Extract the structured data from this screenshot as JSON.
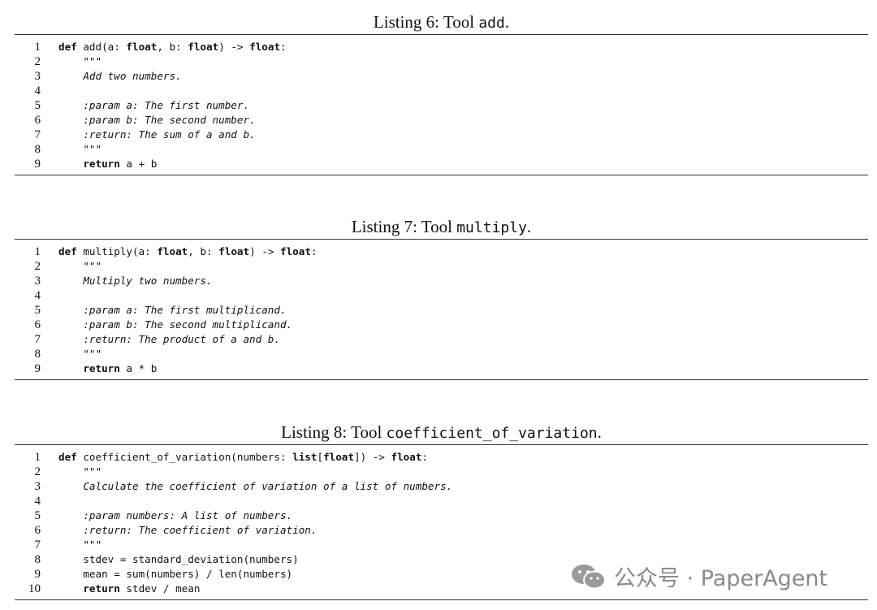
{
  "listings": [
    {
      "caption_prefix": "Listing 6: Tool ",
      "caption_code": "add",
      "caption_suffix": ".",
      "lines": [
        {
          "n": "1",
          "text": "def add(a: float, b: float) -> float:"
        },
        {
          "n": "2",
          "text": "    \"\"\""
        },
        {
          "n": "3",
          "text": "    Add two numbers."
        },
        {
          "n": "4",
          "text": ""
        },
        {
          "n": "5",
          "text": "    :param a: The first number."
        },
        {
          "n": "6",
          "text": "    :param b: The second number."
        },
        {
          "n": "7",
          "text": "    :return: The sum of a and b."
        },
        {
          "n": "8",
          "text": "    \"\"\""
        },
        {
          "n": "9",
          "text": "    return a + b"
        }
      ]
    },
    {
      "caption_prefix": "Listing 7: Tool ",
      "caption_code": "multiply",
      "caption_suffix": ".",
      "lines": [
        {
          "n": "1",
          "text": "def multiply(a: float, b: float) -> float:"
        },
        {
          "n": "2",
          "text": "    \"\"\""
        },
        {
          "n": "3",
          "text": "    Multiply two numbers."
        },
        {
          "n": "4",
          "text": ""
        },
        {
          "n": "5",
          "text": "    :param a: The first multiplicand."
        },
        {
          "n": "6",
          "text": "    :param b: The second multiplicand."
        },
        {
          "n": "7",
          "text": "    :return: The product of a and b."
        },
        {
          "n": "8",
          "text": "    \"\"\""
        },
        {
          "n": "9",
          "text": "    return a * b"
        }
      ]
    },
    {
      "caption_prefix": "Listing 8: Tool ",
      "caption_code": "coefficient_of_variation",
      "caption_suffix": ".",
      "lines": [
        {
          "n": "1",
          "text": "def coefficient_of_variation(numbers: list[float]) -> float:"
        },
        {
          "n": "2",
          "text": "    \"\"\""
        },
        {
          "n": "3",
          "text": "    Calculate the coefficient of variation of a list of numbers."
        },
        {
          "n": "4",
          "text": ""
        },
        {
          "n": "5",
          "text": "    :param numbers: A list of numbers."
        },
        {
          "n": "6",
          "text": "    :return: The coefficient of variation."
        },
        {
          "n": "7",
          "text": "    \"\"\""
        },
        {
          "n": "8",
          "text": "    stdev = standard_deviation(numbers)"
        },
        {
          "n": "9",
          "text": "    mean = sum(numbers) / len(numbers)"
        },
        {
          "n": "10",
          "text": "    return stdev / mean"
        }
      ]
    }
  ],
  "watermark": {
    "text": "公众号 · PaperAgent",
    "icon": "wechat-icon"
  }
}
